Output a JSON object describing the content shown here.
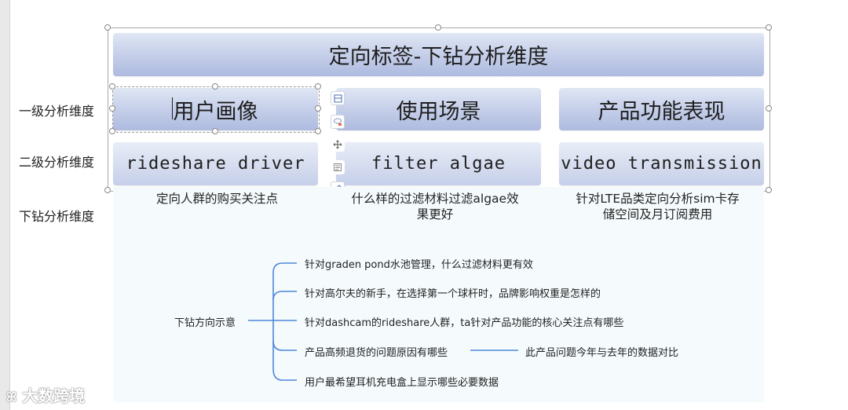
{
  "title": "定向标签-下钻分析维度",
  "row_labels": {
    "level1": "一级分析维度",
    "level2": "二级分析维度",
    "drilldown": "下钻分析维度"
  },
  "columns": [
    {
      "level1": "用户画像",
      "level2": "rideshare driver",
      "desc": "定向人群的购买关注点"
    },
    {
      "level1": "使用场景",
      "level2": "filter algae",
      "desc_line1": "什么样的过滤材料过滤algae效",
      "desc_line2": "果更好"
    },
    {
      "level1": "产品功能表现",
      "level2": "video transmission",
      "desc_line1": "针对LTE品类定向分析sim卡存",
      "desc_line2": "储空间及月订阅费用"
    }
  ],
  "mindmap": {
    "root": "下钻方向示意",
    "branches": [
      "针对graden pond水池管理，什么过滤材料更有效",
      "针对高尔夫的新手，在选择第一个球杆时，品牌影响权重是怎样的",
      "针对dashcam的rideshare人群，ta针对产品功能的核心关注点有哪些",
      "产品高频退货的问题原因有哪些",
      "用户最希望耳机充电盒上显示哪些必要数据"
    ],
    "sub_branch": "此产品问题今年与去年的数据对比",
    "line_color": "#4f86d9"
  },
  "toolbar_icons": [
    "layout-icon",
    "lasso-icon",
    "move-icon",
    "format-icon",
    "pen-icon"
  ],
  "watermark": "大数跨境",
  "colors": {
    "bar_top": "#dfe6f4",
    "bar_bottom": "#aebbe0",
    "panel_bg": "#f5fbfd"
  }
}
